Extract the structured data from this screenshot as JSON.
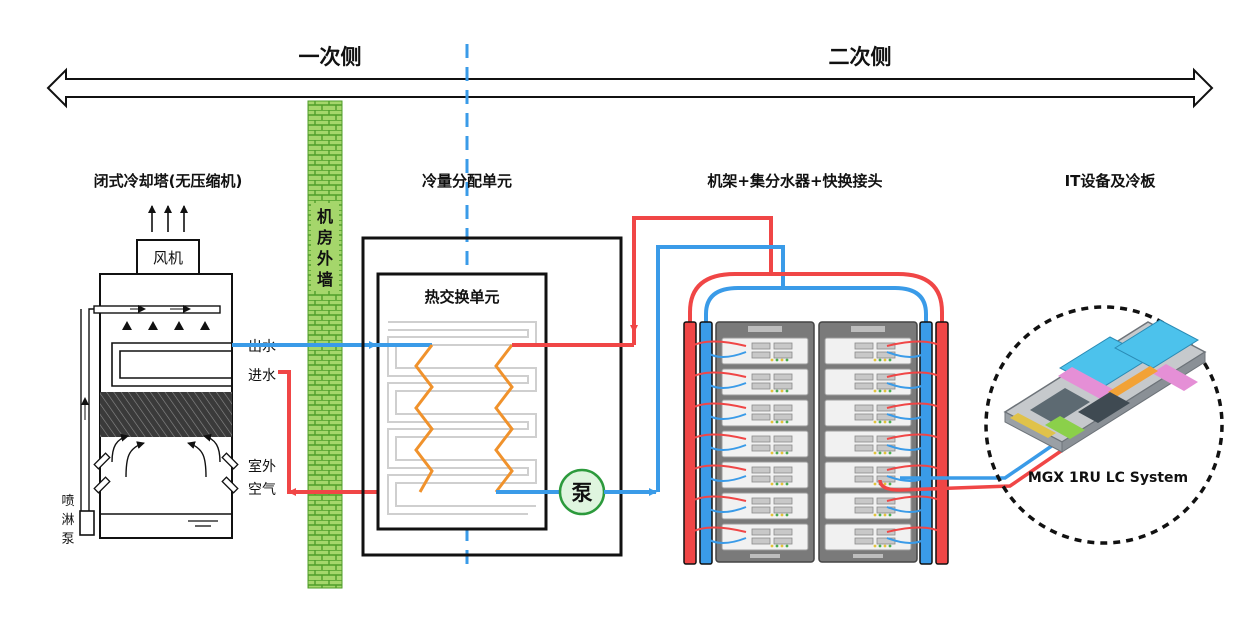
{
  "sections": {
    "primary": "一次侧",
    "secondary": "二次侧"
  },
  "components": {
    "cooling_tower": "闭式冷却塔(无压缩机)",
    "cdu": "冷量分配单元",
    "rack": "机架+集分水器+快换接头",
    "it": "IT设备及冷板"
  },
  "wall_label": [
    "机",
    "房",
    "外",
    "墙"
  ],
  "tower": {
    "fan": "风机",
    "outlet": "出水",
    "inlet": "进水",
    "outdoor_air_1": "室外",
    "outdoor_air_2": "空气",
    "spray_pump": [
      "喷",
      "淋",
      "泵"
    ]
  },
  "heat_exchanger": "热交换单元",
  "pump": "泵",
  "server_label": "MGX 1RU LC System",
  "colors": {
    "hot": "#f04646",
    "cold": "#3a9be8",
    "wall_fill": "#a5d66b",
    "wall_line": "#4f9e2a",
    "hex_zigzag": "#f0922c",
    "pump_fill": "#dff5df",
    "pump_stroke": "#2c9a3c"
  }
}
